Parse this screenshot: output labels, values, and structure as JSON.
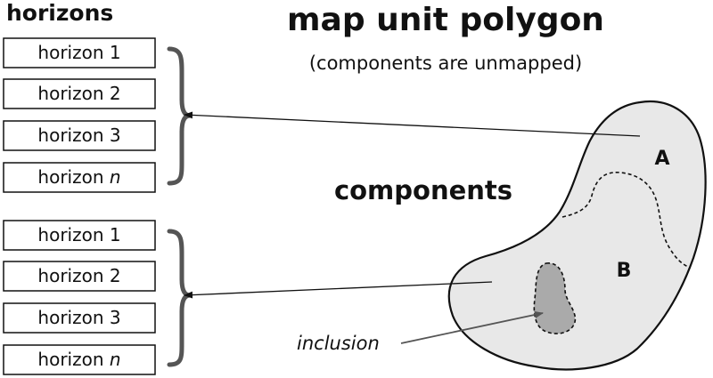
{
  "headings": {
    "horizons": "horizons",
    "polygon_title": "map unit polygon",
    "polygon_subtitle": "(components are unmapped)",
    "components": "components"
  },
  "component_groups": [
    {
      "label": "A",
      "horizons": [
        {
          "text": "horizon 1",
          "italic_suffix": ""
        },
        {
          "text": "horizon 2",
          "italic_suffix": ""
        },
        {
          "text": "horizon 3",
          "italic_suffix": ""
        },
        {
          "text": "horizon ",
          "italic_suffix": "n"
        }
      ]
    },
    {
      "label": "B",
      "horizons": [
        {
          "text": "horizon 1",
          "italic_suffix": ""
        },
        {
          "text": "horizon 2",
          "italic_suffix": ""
        },
        {
          "text": "horizon 3",
          "italic_suffix": ""
        },
        {
          "text": "horizon ",
          "italic_suffix": "n"
        }
      ]
    }
  ],
  "polygon": {
    "component_a_label": "A",
    "component_b_label": "B",
    "inclusion_label": "inclusion"
  },
  "colors": {
    "polygon_fill": "#e8e8e8",
    "inclusion_fill": "#aaaaaa",
    "brace": "#555555",
    "inclusion_arrow": "#555555",
    "line": "#111111"
  }
}
